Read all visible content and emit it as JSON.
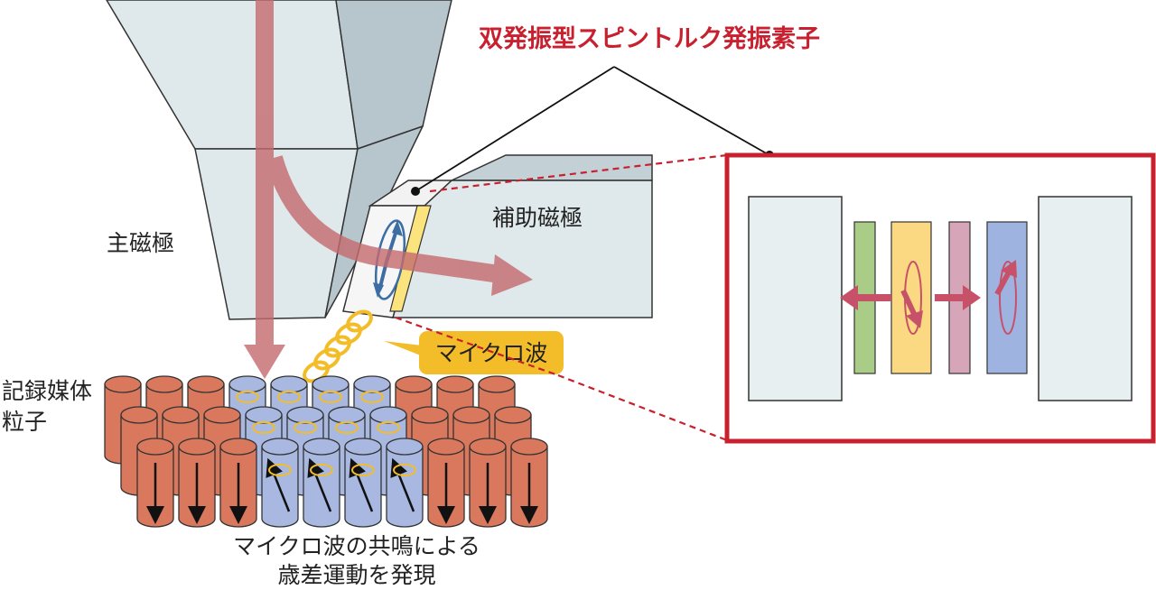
{
  "labels": {
    "device_title": "双発振型スピントルク発振素子",
    "main_pole": "主磁極",
    "aux_pole": "補助磁極",
    "microwave": "マイクロ波",
    "media_line1": "記録媒体",
    "media_line2": "粒子",
    "caption_line1": "マイクロ波の共鳴による",
    "caption_line2": "歳差運動を発現"
  },
  "colors": {
    "title_red": "#c8202e",
    "callout_red": "#c8202e",
    "pole_face": "#dfe8ea",
    "pole_dark": "#b4c3c8",
    "flux_arrow": "#c77a7c",
    "grain_orange": "#d9785c",
    "grain_blue": "#a8b8e0",
    "microwave_yellow": "#f3bd2a",
    "layer_green": "#a9cd87",
    "layer_yellow": "#fbd982",
    "layer_pink": "#d6a6b8",
    "layer_blue": "#9fb3e0",
    "spin_blue": "#3c6ea4"
  }
}
